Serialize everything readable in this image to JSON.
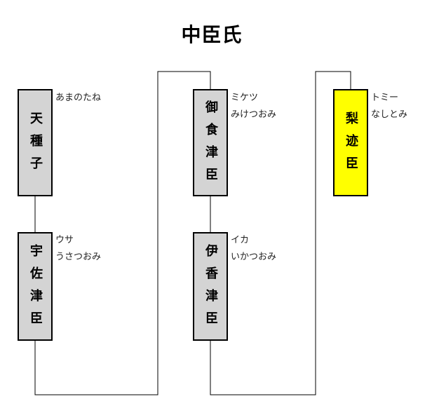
{
  "title": "中臣氏",
  "colors": {
    "box_default": "#d4d4d4",
    "box_highlight": "#ffff00",
    "line": "#000000"
  },
  "persons": {
    "amanotane": {
      "name": "天種子",
      "alias": "",
      "kana": "あまのたね",
      "highlight": false
    },
    "usatsuomi": {
      "name": "宇佐津臣",
      "alias": "ウサ",
      "kana": "うさつおみ",
      "highlight": false
    },
    "miketsuomi": {
      "name": "御食津臣",
      "alias": "ミケツ",
      "kana": "みけつおみ",
      "highlight": false
    },
    "ikatsuomi": {
      "name": "伊香津臣",
      "alias": "イカ",
      "kana": "いかつおみ",
      "highlight": false
    },
    "nashitomi": {
      "name": "梨迹臣",
      "alias": "トミー",
      "kana": "なしとみ",
      "highlight": true
    }
  },
  "lineage": [
    [
      "amanotane",
      "usatsuomi"
    ],
    [
      "usatsuomi",
      "miketsuomi"
    ],
    [
      "miketsuomi",
      "ikatsuomi"
    ],
    [
      "ikatsuomi",
      "nashitomi"
    ]
  ]
}
